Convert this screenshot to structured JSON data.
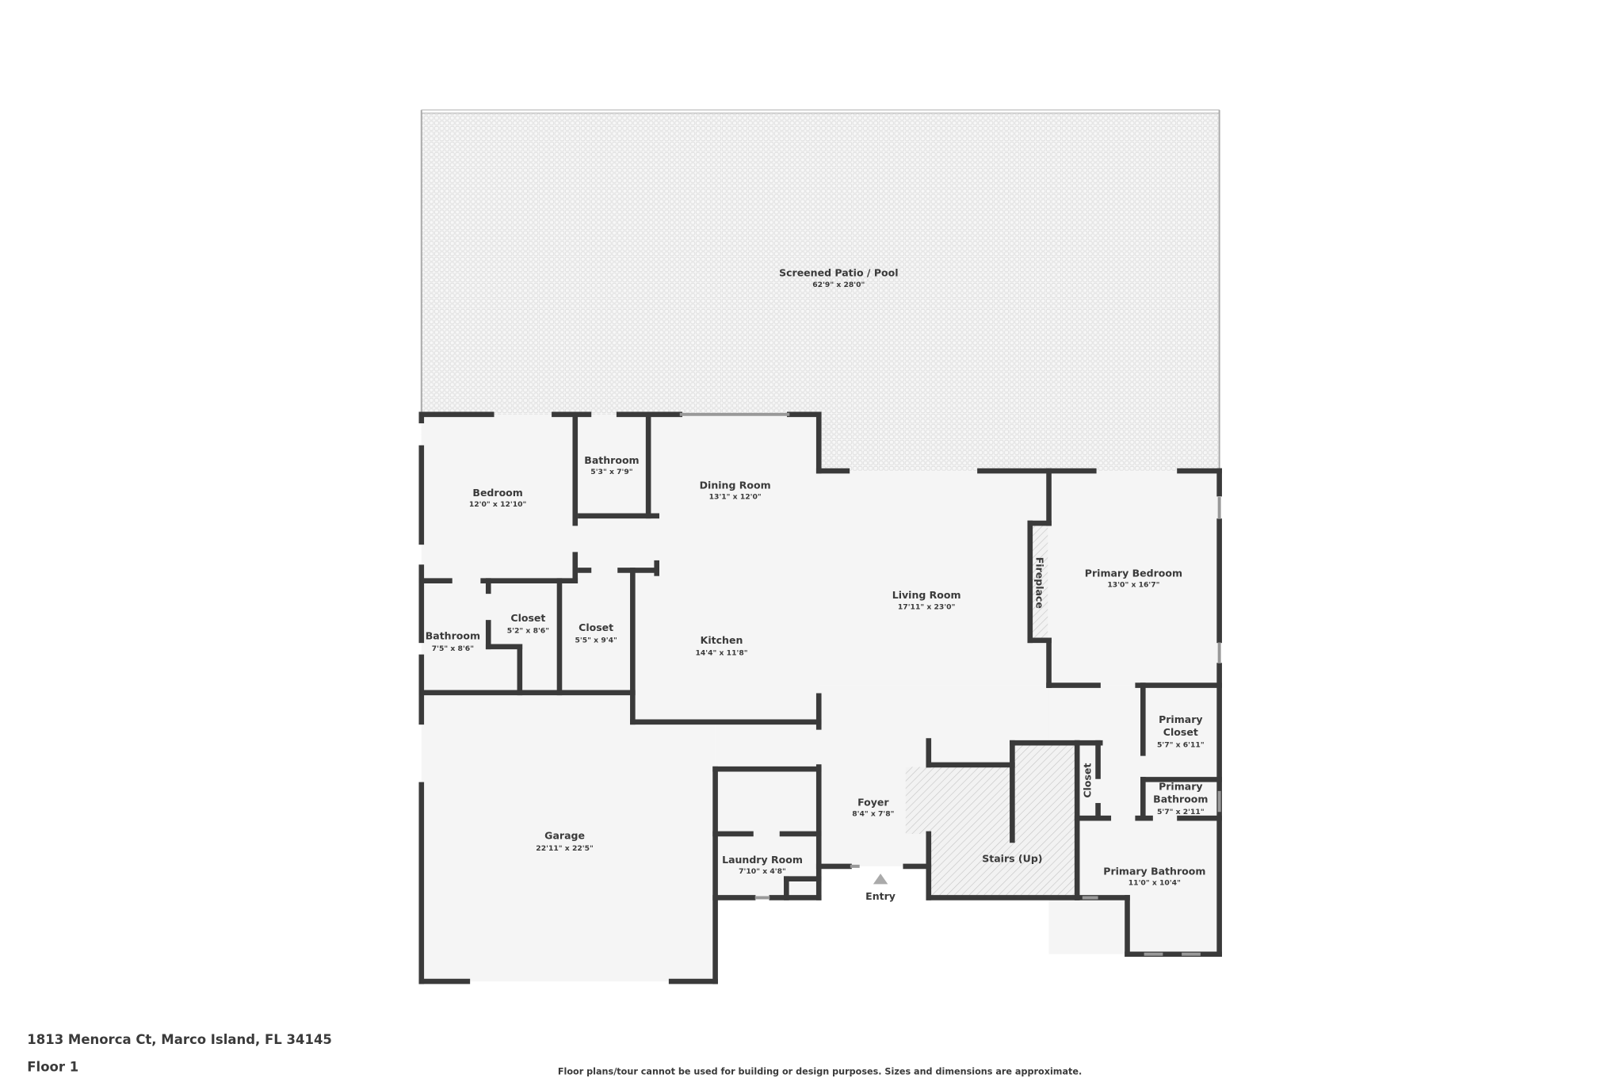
{
  "rooms": {
    "patio": {
      "name": "Screened Patio / Pool",
      "dims": "62'9\" x 28'0\""
    },
    "bedroom": {
      "name": "Bedroom",
      "dims": "12'0\" x 12'10\""
    },
    "bathroom_upper": {
      "name": "Bathroom",
      "dims": "5'3\" x 7'9\""
    },
    "dining": {
      "name": "Dining Room",
      "dims": "13'1\" x 12'0\""
    },
    "living": {
      "name": "Living Room",
      "dims": "17'11\" x 23'0\""
    },
    "fireplace": {
      "name": "Fireplace"
    },
    "primary_bedroom": {
      "name": "Primary Bedroom",
      "dims": "13'0\" x 16'7\""
    },
    "bathroom_lower": {
      "name": "Bathroom",
      "dims": "7'5\" x 8'6\""
    },
    "closet_1": {
      "name": "Closet",
      "dims": "5'2\" x 8'6\""
    },
    "closet_2": {
      "name": "Closet",
      "dims": "5'5\" x 9'4\""
    },
    "kitchen": {
      "name": "Kitchen",
      "dims": "14'4\" x 11'8\""
    },
    "primary_closet": {
      "name_line1": "Primary",
      "name_line2": "Closet",
      "dims": "5'7\" x 6'11\""
    },
    "primary_bath_small": {
      "name_line1": "Primary",
      "name_line2": "Bathroom",
      "dims": "5'7\" x 2'11\""
    },
    "closet_3": {
      "name": "Closet"
    },
    "foyer": {
      "name": "Foyer",
      "dims": "8'4\" x 7'8\""
    },
    "stairs": {
      "name": "Stairs (Up)"
    },
    "primary_bathroom": {
      "name": "Primary Bathroom",
      "dims": "11'0\" x 10'4\""
    },
    "garage": {
      "name": "Garage",
      "dims": "22'11\" x 22'5\""
    },
    "laundry": {
      "name": "Laundry Room",
      "dims": "7'10\" x 4'8\""
    }
  },
  "entry_label": "Entry",
  "footer": {
    "address": "1813 Menorca Ct, Marco Island, FL 34145",
    "floor": "Floor 1",
    "disclaimer": "Floor plans/tour cannot be used for building or design purposes. Sizes and dimensions are approximate."
  },
  "colors": {
    "wall": "#3a3a3a",
    "floor": "#f5f5f5",
    "patio_pattern": "#e2e2e2"
  }
}
